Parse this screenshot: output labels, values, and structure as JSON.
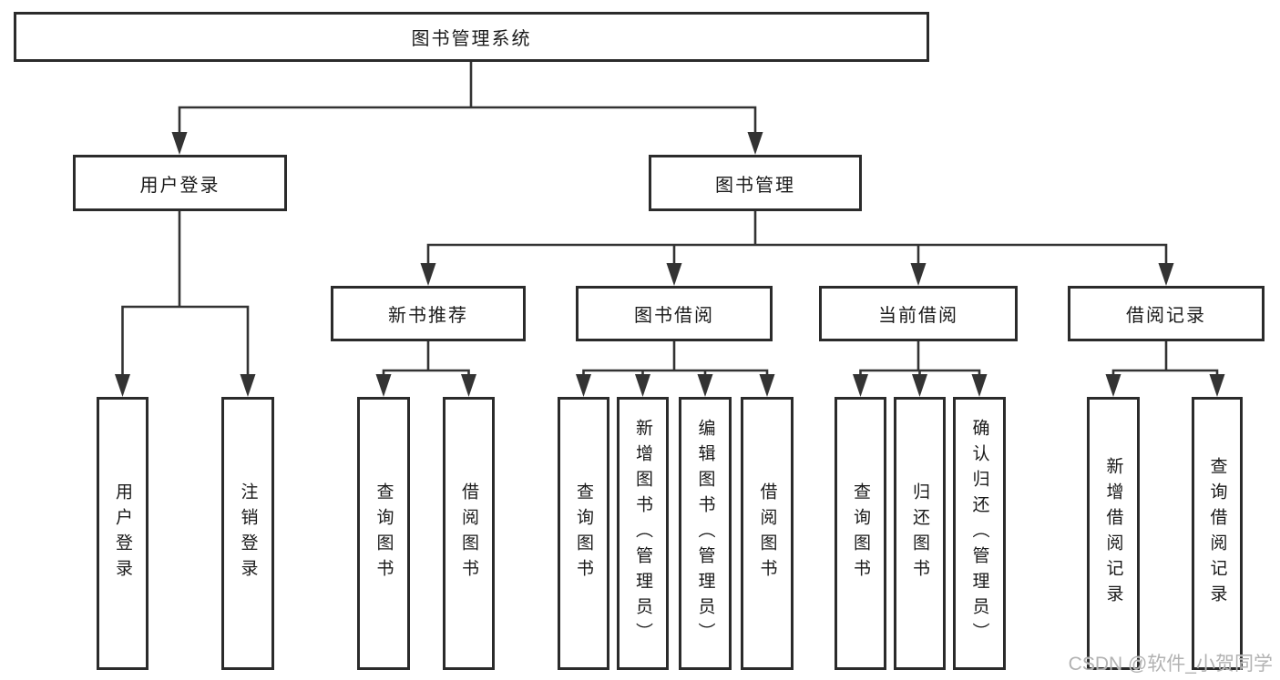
{
  "nodes": {
    "root": {
      "label": "图书管理系统"
    },
    "user_login": {
      "label": "用户登录"
    },
    "book_mgmt": {
      "label": "图书管理"
    },
    "new_books": {
      "label": "新书推荐"
    },
    "book_borrow": {
      "label": "图书借阅"
    },
    "current_borrow": {
      "label": "当前借阅"
    },
    "borrow_records": {
      "label": "借阅记录"
    }
  },
  "leaves": {
    "user_login": {
      "label": "用户登录"
    },
    "logout": {
      "label": "注销登录"
    },
    "nb_query": {
      "label": "查询图书"
    },
    "nb_borrow": {
      "label": "借阅图书"
    },
    "bb_query": {
      "label": "查询图书"
    },
    "bb_add": {
      "label": "新增图书（管理员）"
    },
    "bb_edit": {
      "label": "编辑图书（管理员）"
    },
    "bb_borrow": {
      "label": "借阅图书"
    },
    "cb_query": {
      "label": "查询图书"
    },
    "cb_return": {
      "label": "归还图书"
    },
    "cb_confirm": {
      "label": "确认归还（管理员）"
    },
    "br_add": {
      "label": "新增借阅记录"
    },
    "br_query": {
      "label": "查询借阅记录"
    }
  },
  "watermark": {
    "text": "CSDN @软件_小贺同学"
  },
  "colors": {
    "line": "#333333",
    "border": "#2b2b2b",
    "text": "#1a1a1a",
    "background": "#ffffff",
    "watermark": "#b2b2b2"
  }
}
